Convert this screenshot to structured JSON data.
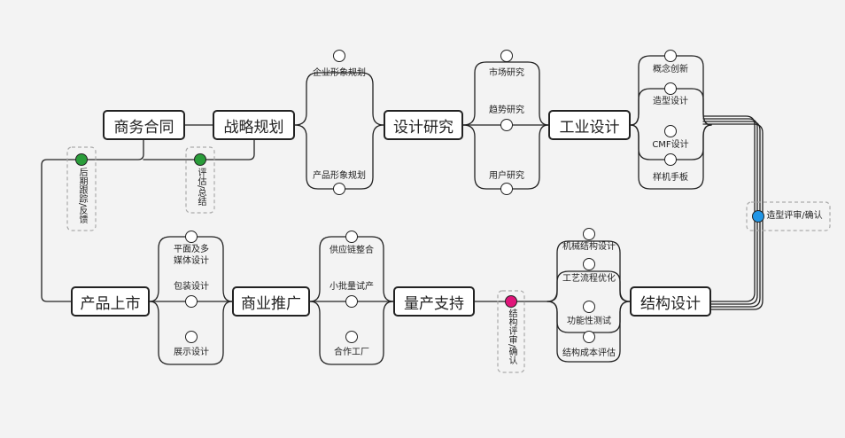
{
  "nodes": {
    "shangwu_hetong": "商务合同",
    "zhanlue_guihua": "战略规划",
    "sheji_yanjiu": "设计研究",
    "gongye_sheji": "工业设计",
    "jiegou_sheji": "结构设计",
    "liangchan_zhichi": "量产支持",
    "shangye_tuiguang": "商业推广",
    "chanpin_shangshi": "产品上市"
  },
  "labels": {
    "qiye_xingxiang": "企业形象规划",
    "chanpin_xingxiang": "产品形象规划",
    "shichang_yanjiu": "市场研究",
    "qushi_yanjiu": "趋势研究",
    "yonghu_yanjiu": "用户研究",
    "gainian_chuangxin": "概念创新",
    "zaoxing_sheji": "造型设计",
    "cmf_sheji": "CMF设计",
    "yangji_shouban": "样机手板",
    "jixie_jiegou": "机械结构设计",
    "gongyi_liucheng": "工艺流程优化",
    "gongneng_ceshi": "功能性测试",
    "jiegou_chengben": "结构成本评估",
    "gongyinglian": "供应链整合",
    "xiaopiliang": "小批量试产",
    "hezuo_gongchang": "合作工厂",
    "pingmian_line1": "平面及多",
    "pingmian_line2": "媒体设计",
    "baozhuang": "包装设计",
    "zhanshi": "展示设计"
  },
  "checkpoints": {
    "zaoxing_pingshen": "造型评审/确认",
    "jiegou_pingshen": "结构评审/确认",
    "pinggu_zongjie": "评估/总结",
    "houqi_gengzong": "后期跟踪/反馈"
  },
  "colors": {
    "green": "#2a9d3a",
    "blue": "#2196e6",
    "magenta": "#e0157a",
    "line": "#222222",
    "background": "#f3f3f3"
  }
}
